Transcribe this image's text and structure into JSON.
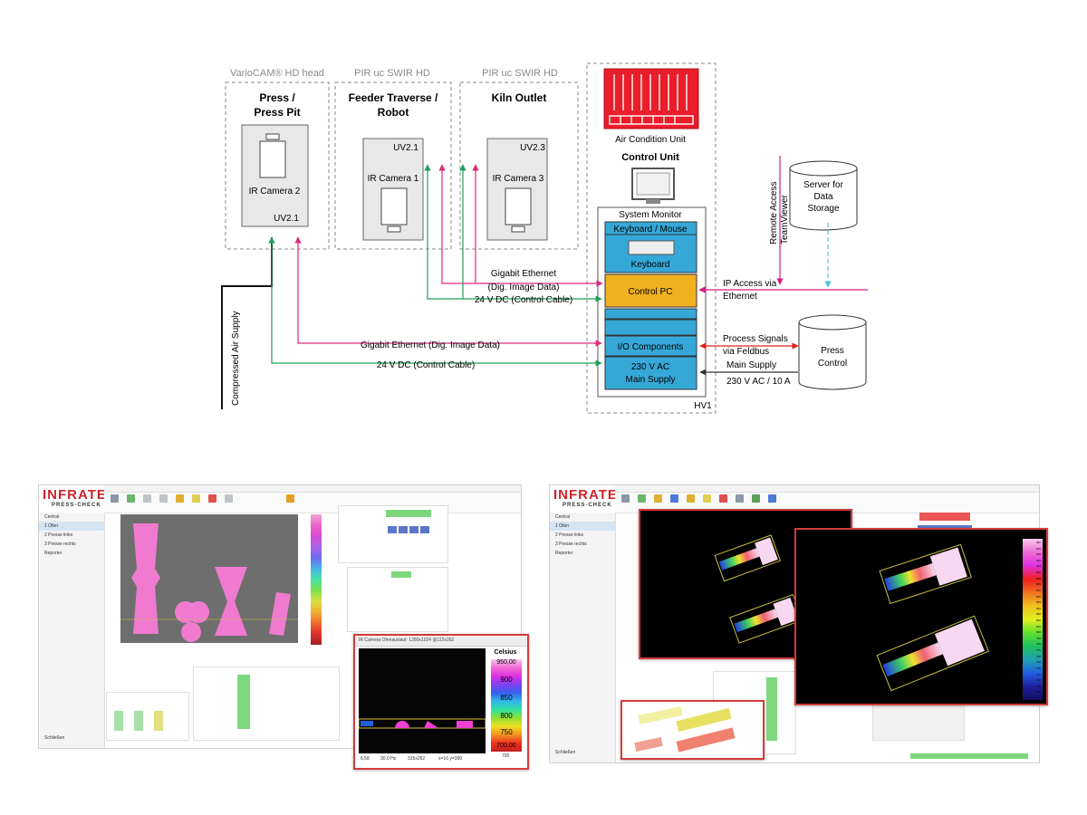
{
  "diagram": {
    "cameras": [
      {
        "head": "VarioCAM® HD head",
        "title_1": "Press /",
        "title_2": "Press Pit",
        "cam": "IR Camera 2",
        "uv": "UV2.1"
      },
      {
        "head": "PIR uc SWIR HD",
        "title_1": "Feeder Traverse /",
        "title_2": "Robot",
        "cam": "IR Camera 1",
        "uv": "UV2.1"
      },
      {
        "head": "PIR uc SWIR HD",
        "title_1": "Kiln Outlet",
        "title_2": "",
        "cam": "IR Camera 3",
        "uv": "UV2.3"
      }
    ],
    "air_condition": "Air Condition Unit",
    "control_unit": "Control Unit",
    "system_monitor": "System Monitor",
    "keyboard_mouse": "Keyboard / Mouse",
    "keyboard": "Keyboard",
    "control_pc": "Control PC",
    "io_components": "I/O Components",
    "supply_1": "230 V AC",
    "supply_2": "Main Supply",
    "hv1": "HV1",
    "server_1": "Server for",
    "server_2": "Data",
    "server_3": "Storage",
    "press_control_1": "Press",
    "press_control_2": "Control",
    "remote_1": "Remote Access",
    "remote_2": "TeamViewer",
    "ip_access_1": "IP Access via",
    "ip_access_2": "Ethernet",
    "process_signals_1": "Process Signals",
    "process_signals_2": "via Feldbus",
    "main_supply_1": "Main Supply",
    "main_supply_2": "230 V AC / 10 A",
    "compressed_air": "Compressed Air Supply",
    "gige_top_1": "Gigabit Ethernet",
    "gige_top_2": "(Dig. Image Data)",
    "dc_top": "24 V DC (Control Cable)",
    "gige_bottom": "Gigabit Ethernet (Dig. Image Data)",
    "dc_bottom": "24 V DC (Control Cable)"
  },
  "screens": {
    "logo": "INFRATEC.",
    "product": "PRESS-CHECK",
    "nav": [
      "Central",
      "1 Ofen",
      "2 Presse links",
      "3 Presse rechts",
      "Reporter"
    ],
    "close": "Schließen",
    "zoom_left": {
      "title": "IR Camera Ofenauslauf: 1280x1024 @115x262",
      "unit": "Celsius",
      "ticks": [
        "950,00",
        "900",
        "850",
        "800",
        "750",
        "700,00"
      ],
      "bottom_value": "700",
      "status": [
        "6,58",
        "30,0 Hz",
        "315x262",
        "x=16 y=390"
      ]
    },
    "zoom_right": {
      "unit": "Celsius",
      "ticks": [
        "950",
        "940",
        "930",
        "920",
        "910",
        "900",
        "890",
        "880",
        "870",
        "860",
        "850",
        "840",
        "830",
        "820",
        "810",
        "800",
        "790",
        "780",
        "770",
        "760",
        "750",
        "740",
        "730",
        "720",
        "710",
        "700"
      ]
    },
    "colors": {
      "logo_red": "#d2222a",
      "zoom_border": "#d43b3b",
      "cabinet_blue": "#36a8d8",
      "control_pc_orange": "#f0b020",
      "ethernet_pink": "#e0297a",
      "dc_green": "#1fa05a",
      "ip_magenta": "#d81b8a",
      "storage_cyan": "#4fc1e0",
      "signal_red": "#e02020"
    }
  }
}
